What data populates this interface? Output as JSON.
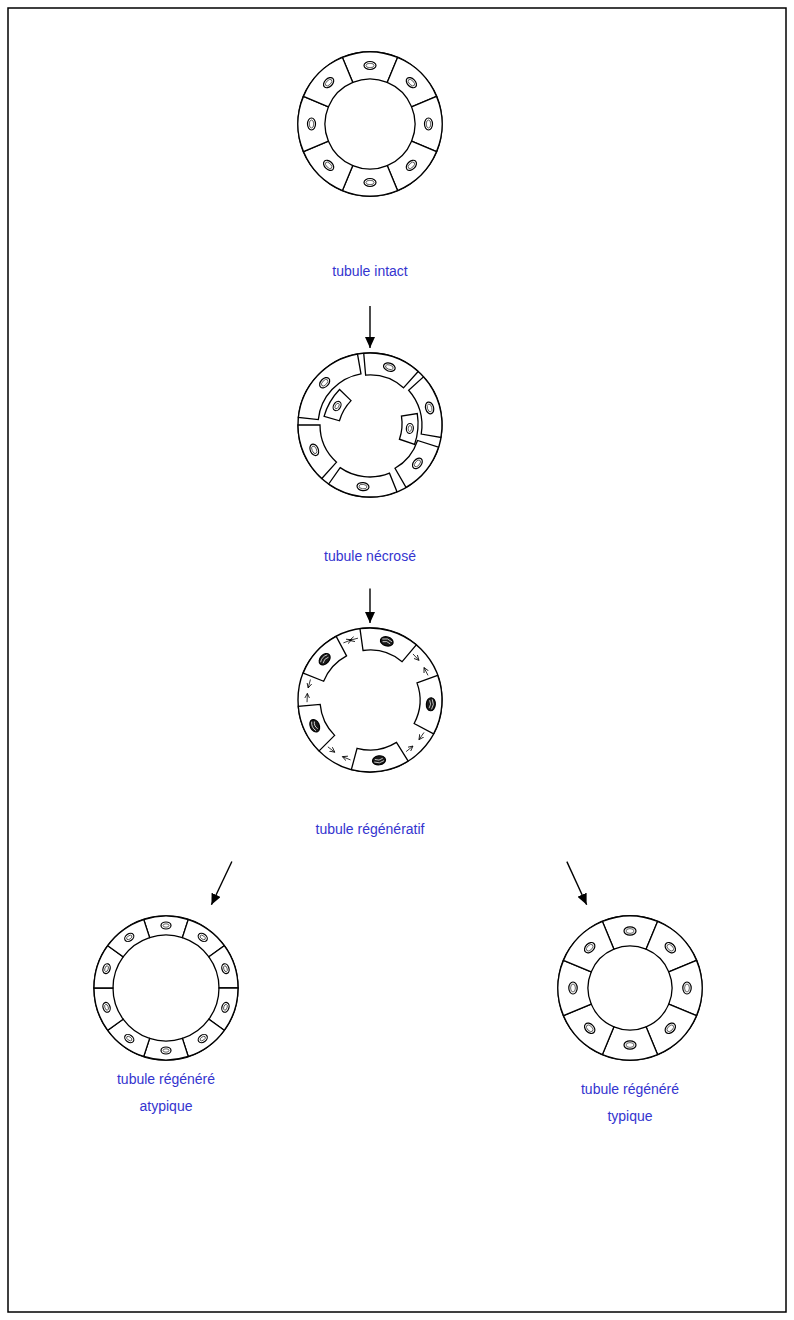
{
  "diagram": {
    "nodes": [
      {
        "text": [
          "tubule intact"
        ]
      },
      {
        "text": [
          "tubule nécrosé"
        ]
      },
      {
        "text": [
          "tubule régénératif"
        ]
      },
      {
        "text": [
          "tubule régénéré atypique"
        ]
      },
      {
        "text": [
          "tubule régénéré typique"
        ]
      }
    ],
    "edges": [
      {
        "from": 0,
        "to": 1,
        "arrow": "to"
      },
      {
        "from": 1,
        "to": 2,
        "arrow": "to"
      },
      {
        "from": 2,
        "to": 3,
        "arrow": "to"
      },
      {
        "from": 2,
        "to": 4,
        "arrow": "to"
      }
    ]
  }
}
